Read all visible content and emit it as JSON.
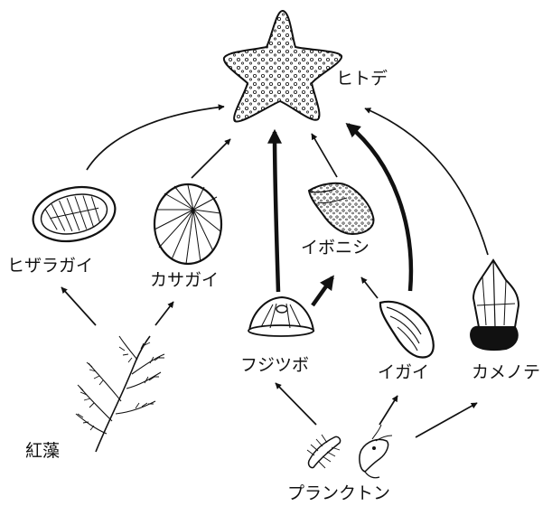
{
  "labels": {
    "hitode": "ヒトデ",
    "hizaragai": "ヒザラガイ",
    "kasagai": "カサガイ",
    "ibonishi": "イボニシ",
    "fujitsubo": "フジツボ",
    "igai": "イガイ",
    "kamenote": "カメノテ",
    "koso": "紅藻",
    "plankton": "プランクトン"
  },
  "colors": {
    "ink": "#111111",
    "paper": "#ffffff",
    "shell_dark": "#111111"
  },
  "icons": [
    "starfish-icon",
    "chiton-icon",
    "limpet-icon",
    "whelk-icon",
    "barnacle-icon",
    "mussel-icon",
    "goose-barnacle-icon",
    "red-algae-icon",
    "copepod-icon",
    "shrimp-larva-icon"
  ]
}
